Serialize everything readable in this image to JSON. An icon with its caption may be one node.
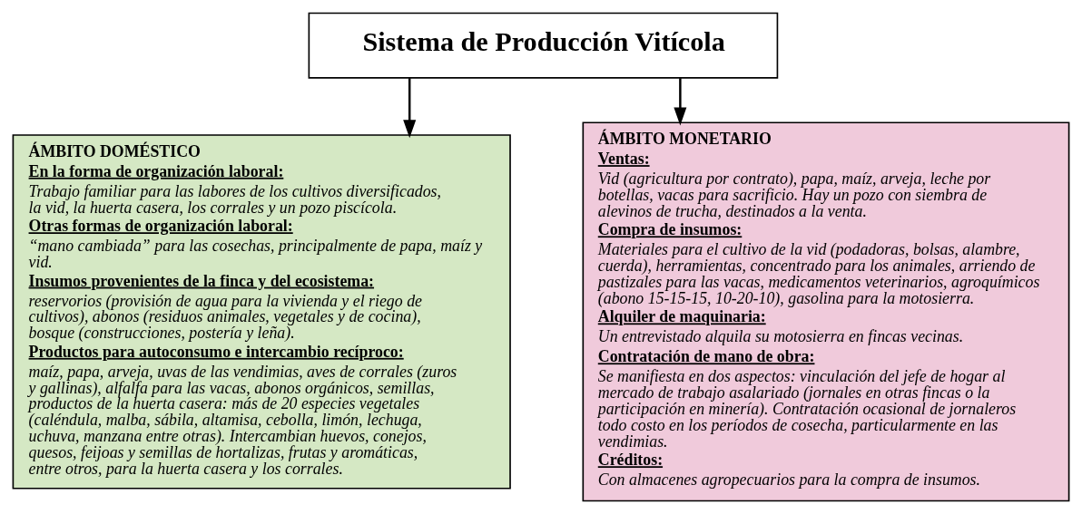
{
  "diagram": {
    "nodes": [
      {
        "text": [
          "Sistema de Producción Vitícola"
        ]
      },
      {
        "text": [
          "ÁMBITO DOMÉSTICO",
          "En la forma de organización laboral:",
          "Trabajo familiar para las labores de los cultivos diversificados, la vid, la huerta casera, los corrales y un pozo piscícola.",
          "Otras formas de organización laboral:",
          "“mano cambiada” para las cosechas, principalmente de papa, maíz y vid.",
          "Insumos provenientes de la finca y del ecosistema:",
          "reservorios (provisión de agua para la vivienda y el riego de cultivos), abonos (residuos animales, vegetales y de cocina), bosque (construcciones, postería y leña).",
          "Productos para autoconsumo e intercambio recíproco:",
          "maíz, papa, arveja, uvas de las vendimias, aves de corrales (zuros y gallinas), alfalfa para las vacas, abonos orgánicos, semillas, productos de la huerta casera: más de 20 especies vegetales (caléndula, malba, sábila, altamisa, cebolla, limón, lechuga, uchuva, manzana entre otras). Intercambian huevos, conejos, quesos, feijoas y semillas de hortalizas, frutas y aromáticas, entre otros, para la huerta casera y los corrales."
        ]
      },
      {
        "text": [
          "ÁMBITO MONETARIO",
          "Ventas:",
          "Vid (agricultura por contrato), papa, maíz, arveja, leche por botellas, vacas para sacrificio. Hay un pozo con siembra de alevinos de trucha, destinados a la venta.",
          "Compra de insumos:",
          "Materiales para el cultivo de la vid (podadoras, bolsas, alambre, cuerda), herramientas, concentrado para los animales, arriendo de pastizales para las vacas, medicamentos veterinarios, agroquímicos (abono 15-15-15, 10-20-10), gasolina para la motosierra.",
          "Alquiler de maquinaria:",
          "Un entrevistado alquila su motosierra en fincas vecinas.",
          "Contratación de mano de obra:",
          "Se manifiesta en dos aspectos: vinculación del jefe de hogar al mercado de trabajo asalariado (jornales en otras fincas o la participación en minería). Contratación ocasional de jornaleros todo costo en los períodos de cosecha, particularmente en las vendimias.",
          "Créditos:",
          "Con almacenes agropecuarios para la compra de insumos."
        ]
      }
    ],
    "edges": [
      {
        "from": 0,
        "to": 1,
        "arrow": "to"
      },
      {
        "from": 0,
        "to": 2,
        "arrow": "to"
      }
    ]
  }
}
